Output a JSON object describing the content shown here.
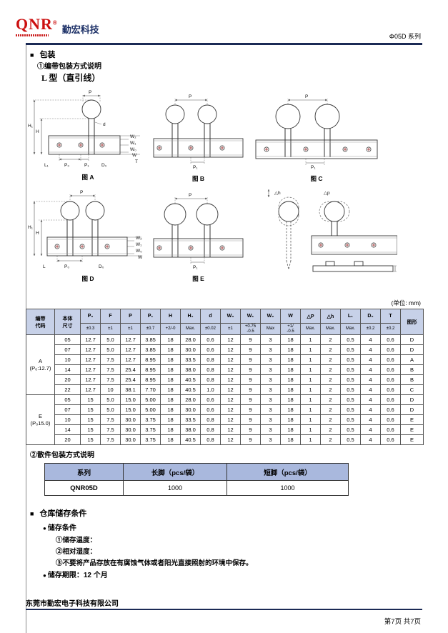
{
  "header": {
    "logo_text": "QNR",
    "logo_reg": "®",
    "logo_cn": "勤宏科技",
    "series": "Φ05D 系列"
  },
  "bullets": {
    "square": "■",
    "dot": "●"
  },
  "sections": {
    "packaging": "包装",
    "tape_method": "①编带包装方式说明",
    "l_type": "L 型（直引线）",
    "bulk_method": "②散件包装方式说明",
    "storage": "仓库储存条件",
    "storage_cond": "储存条件",
    "storage_temp": "①储存温度：",
    "storage_humidity": "②相对湿度：",
    "storage_env": "③不要将产品存放在有腐蚀气体或者阳光直接照射的环境中保存。",
    "storage_period": "储存期限：12 个月"
  },
  "unit_note": "(单位: mm)",
  "figures": {
    "a": "图 A",
    "b": "图 B",
    "c": "图 C",
    "d": "图 D",
    "e": "图 E"
  },
  "diagram_labels": {
    "p": "P",
    "p0": "P₀",
    "p1": "P₁",
    "d": "d",
    "h": "H",
    "h1": "H₁",
    "w": "W",
    "w0": "W₀",
    "w1": "W₁",
    "w2": "W₂",
    "t": "T",
    "l1": "L₁",
    "l": "L",
    "d0": "D₀",
    "dh": "△h",
    "dp": "△p"
  },
  "main_table": {
    "headers": {
      "code": "编带\n代码",
      "size": "本体\n尺寸",
      "figure": "图形"
    },
    "measure_cols": [
      {
        "name": "P₀",
        "tol": "±0.3"
      },
      {
        "name": "F",
        "tol": "±1"
      },
      {
        "name": "P",
        "tol": "±1"
      },
      {
        "name": "P₁",
        "tol": "±0.7"
      },
      {
        "name": "H",
        "tol": "+2/-0"
      },
      {
        "name": "H₁",
        "tol": "Max."
      },
      {
        "name": "d",
        "tol": "±0.02"
      },
      {
        "name": "W₀",
        "tol": "±1"
      },
      {
        "name": "W₁",
        "tol": "+0.75\n-0.5"
      },
      {
        "name": "W₂",
        "tol": "Max"
      },
      {
        "name": "W",
        "tol": "+1/\n-0.5"
      },
      {
        "name": "△P",
        "tol": "Max."
      },
      {
        "name": "△h",
        "tol": "Max."
      },
      {
        "name": "L₁",
        "tol": "Max."
      },
      {
        "name": "D₀",
        "tol": "±0.2"
      },
      {
        "name": "T",
        "tol": "±0.2"
      }
    ],
    "groups": [
      {
        "label": "A\n(P₀:12.7)",
        "rows": [
          [
            "05",
            "12.7",
            "5.0",
            "12.7",
            "3.85",
            "18",
            "28.0",
            "0.6",
            "12",
            "9",
            "3",
            "18",
            "1",
            "2",
            "0.5",
            "4",
            "0.6",
            "D"
          ],
          [
            "07",
            "12.7",
            "5.0",
            "12.7",
            "3.85",
            "18",
            "30.0",
            "0.6",
            "12",
            "9",
            "3",
            "18",
            "1",
            "2",
            "0.5",
            "4",
            "0.6",
            "D"
          ],
          [
            "10",
            "12.7",
            "7.5",
            "12.7",
            "8.95",
            "18",
            "33.5",
            "0.8",
            "12",
            "9",
            "3",
            "18",
            "1",
            "2",
            "0.5",
            "4",
            "0.6",
            "A"
          ],
          [
            "14",
            "12.7",
            "7.5",
            "25.4",
            "8.95",
            "18",
            "38.0",
            "0.8",
            "12",
            "9",
            "3",
            "18",
            "1",
            "2",
            "0.5",
            "4",
            "0.6",
            "B"
          ],
          [
            "20",
            "12.7",
            "7.5",
            "25.4",
            "8.95",
            "18",
            "40.5",
            "0.8",
            "12",
            "9",
            "3",
            "18",
            "1",
            "2",
            "0.5",
            "4",
            "0.6",
            "B"
          ],
          [
            "22",
            "12.7",
            "10",
            "38.1",
            "7.70",
            "18",
            "40.5",
            "1.0",
            "12",
            "9",
            "3",
            "18",
            "1",
            "2",
            "0.5",
            "4",
            "0.6",
            "C"
          ]
        ]
      },
      {
        "label": "E\n(P₀15.0)",
        "rows": [
          [
            "05",
            "15",
            "5.0",
            "15.0",
            "5.00",
            "18",
            "28.0",
            "0.6",
            "12",
            "9",
            "3",
            "18",
            "1",
            "2",
            "0.5",
            "4",
            "0.6",
            "D"
          ],
          [
            "07",
            "15",
            "5.0",
            "15.0",
            "5.00",
            "18",
            "30.0",
            "0.6",
            "12",
            "9",
            "3",
            "18",
            "1",
            "2",
            "0.5",
            "4",
            "0.6",
            "D"
          ],
          [
            "10",
            "15",
            "7.5",
            "30.0",
            "3.75",
            "18",
            "33.5",
            "0.8",
            "12",
            "9",
            "3",
            "18",
            "1",
            "2",
            "0.5",
            "4",
            "0.6",
            "E"
          ],
          [
            "14",
            "15",
            "7.5",
            "30.0",
            "3.75",
            "18",
            "38.0",
            "0.8",
            "12",
            "9",
            "3",
            "18",
            "1",
            "2",
            "0.5",
            "4",
            "0.6",
            "E"
          ],
          [
            "20",
            "15",
            "7.5",
            "30.0",
            "3.75",
            "18",
            "40.5",
            "0.8",
            "12",
            "9",
            "3",
            "18",
            "1",
            "2",
            "0.5",
            "4",
            "0.6",
            "E"
          ]
        ]
      }
    ]
  },
  "bulk_table": {
    "headers": [
      "系列",
      "长脚（pcs/袋）",
      "短脚（pcs/袋）"
    ],
    "row": [
      "QNR05D",
      "1000",
      "1000"
    ]
  },
  "footer": {
    "company": "东莞市勤宏电子科技有限公司",
    "page": "第7页  共7页"
  }
}
